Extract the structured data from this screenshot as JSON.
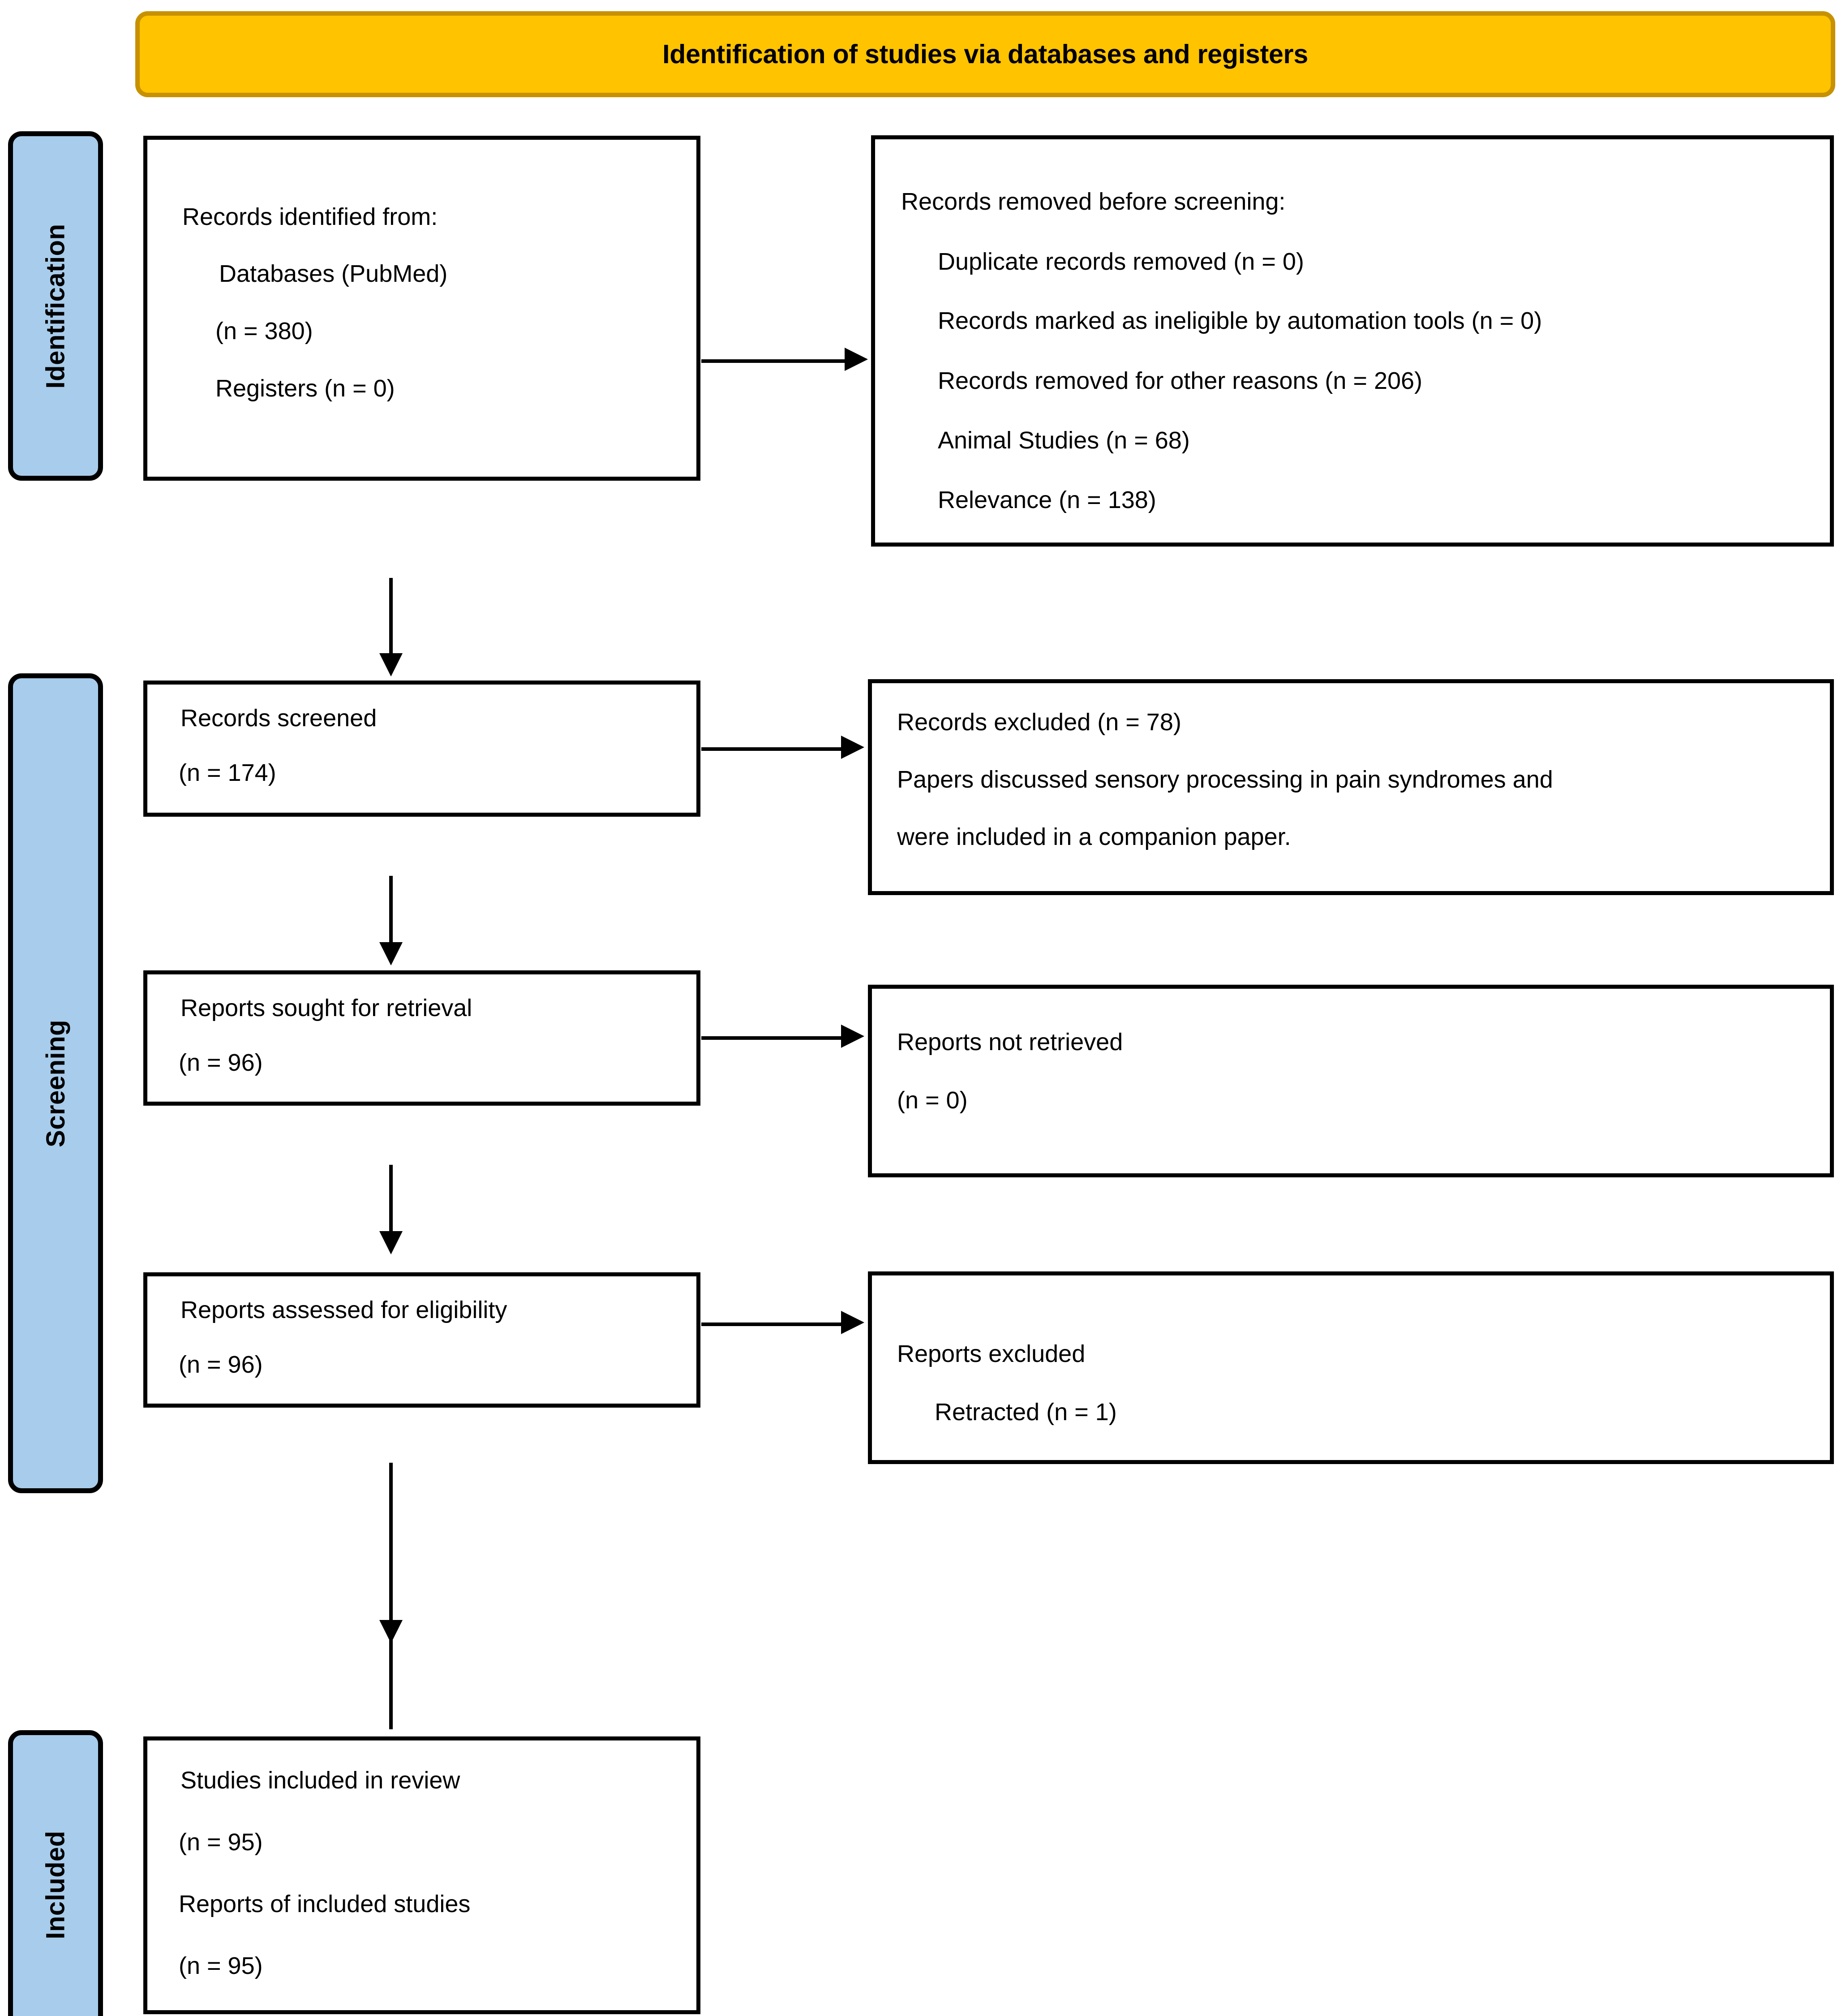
{
  "banner": {
    "title": "Identification of studies via databases and registers",
    "fill_color": "#FFC300",
    "border_color": "#C79100"
  },
  "stages": {
    "identification": "Identification",
    "screening": "Screening",
    "included": "Included",
    "fill_color": "#A8CCEB"
  },
  "boxes": {
    "identified": {
      "lines": [
        "Records identified from:",
        "Databases (PubMed)",
        "(n = 380)",
        "Registers (n = 0)"
      ]
    },
    "removed": {
      "lines": [
        "Records removed before screening:",
        "Duplicate records removed    (n = 0)",
        "Records marked as ineligible by automation tools (n = 0)",
        "Records removed for other reasons (n = 206)",
        "Animal Studies (n = 68)",
        "Relevance (n = 138)"
      ]
    },
    "screened": {
      "lines": [
        "Records screened",
        "(n = 174)"
      ]
    },
    "excluded": {
      "lines": [
        "Records excluded (n = 78)",
        "Papers discussed sensory processing in pain syndromes and",
        "were included in a companion paper."
      ]
    },
    "sought": {
      "lines": [
        "Reports sought for retrieval",
        "(n = 96)"
      ]
    },
    "not_retrieved": {
      "lines": [
        "Reports not retrieved",
        "(n = 0)"
      ]
    },
    "assessed": {
      "lines": [
        "Reports assessed for eligibility",
        "(n = 96)"
      ]
    },
    "reports_excluded": {
      "lines": [
        "Reports excluded",
        "Retracted (n = 1)"
      ]
    },
    "included": {
      "lines": [
        "Studies included in review",
        "(n = 95)",
        "Reports of included studies",
        "(n = 95)"
      ]
    }
  },
  "chart_data": {
    "type": "flowchart",
    "title": "Identification of studies via databases and registers",
    "stages": [
      "Identification",
      "Screening",
      "Included"
    ],
    "nodes": [
      {
        "id": "identified",
        "stage": "Identification",
        "label": "Records identified from: Databases (PubMed) (n = 380); Registers (n = 0)",
        "n": 380
      },
      {
        "id": "removed",
        "stage": "Identification",
        "label": "Records removed before screening",
        "n": 206,
        "breakdown": [
          {
            "label": "Duplicate records removed",
            "n": 0
          },
          {
            "label": "Records marked as ineligible by automation tools",
            "n": 0
          },
          {
            "label": "Records removed for other reasons",
            "n": 206
          },
          {
            "label": "Animal Studies",
            "n": 68
          },
          {
            "label": "Relevance",
            "n": 138
          }
        ]
      },
      {
        "id": "screened",
        "stage": "Screening",
        "label": "Records screened",
        "n": 174
      },
      {
        "id": "excluded",
        "stage": "Screening",
        "label": "Records excluded",
        "n": 78
      },
      {
        "id": "sought",
        "stage": "Screening",
        "label": "Reports sought for retrieval",
        "n": 96
      },
      {
        "id": "not_retrieved",
        "stage": "Screening",
        "label": "Reports not retrieved",
        "n": 0
      },
      {
        "id": "assessed",
        "stage": "Screening",
        "label": "Reports assessed for eligibility",
        "n": 96
      },
      {
        "id": "reports_excluded",
        "stage": "Screening",
        "label": "Reports excluded: Retracted",
        "n": 1
      },
      {
        "id": "studies_included",
        "stage": "Included",
        "label": "Studies included in review",
        "n": 95
      },
      {
        "id": "reports_included",
        "stage": "Included",
        "label": "Reports of included studies",
        "n": 95
      }
    ],
    "edges": [
      {
        "from": "identified",
        "to": "removed",
        "direction": "right"
      },
      {
        "from": "identified",
        "to": "screened",
        "direction": "down"
      },
      {
        "from": "screened",
        "to": "excluded",
        "direction": "right"
      },
      {
        "from": "screened",
        "to": "sought",
        "direction": "down"
      },
      {
        "from": "sought",
        "to": "not_retrieved",
        "direction": "right"
      },
      {
        "from": "sought",
        "to": "assessed",
        "direction": "down"
      },
      {
        "from": "assessed",
        "to": "reports_excluded",
        "direction": "right"
      },
      {
        "from": "assessed",
        "to": "studies_included",
        "direction": "down"
      }
    ]
  }
}
